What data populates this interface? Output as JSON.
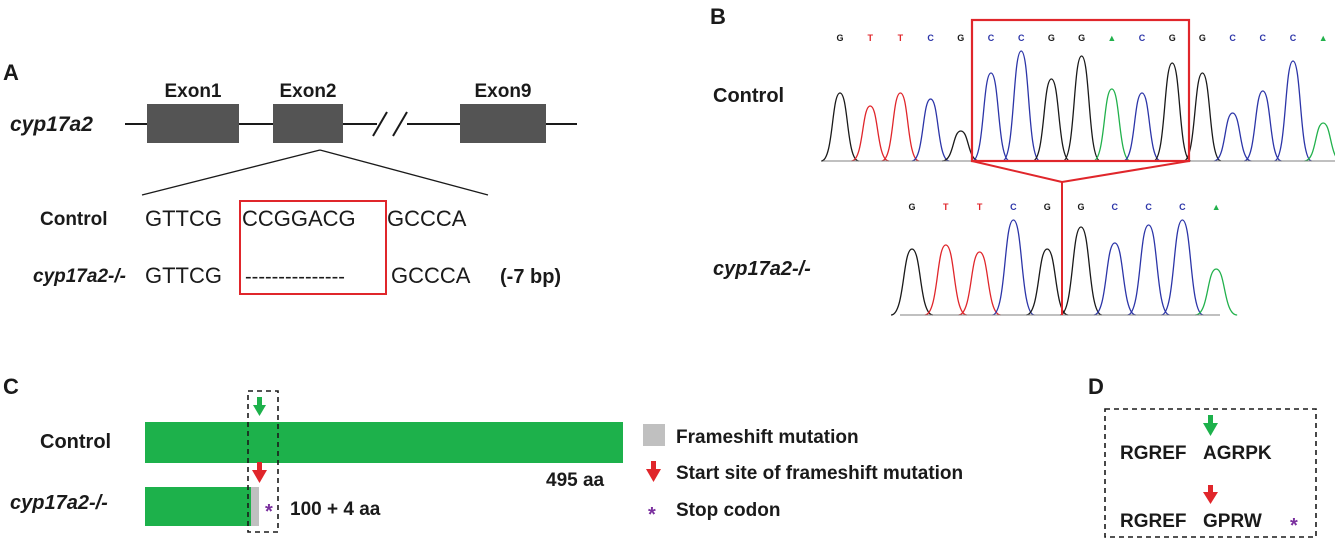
{
  "panels": {
    "a": "A",
    "b": "B",
    "c": "C",
    "d": "D"
  },
  "panel_a": {
    "gene": "cyp17a2",
    "exon1": "Exon1",
    "exon2": "Exon2",
    "exon9": "Exon9",
    "control_label": "Control",
    "mutant_label": "cyp17a2-/-",
    "control_seq_left": "GTTCG",
    "control_seq_box": "CCGGACG",
    "control_seq_right": "GCCCA",
    "mutant_seq_left": "GTTCG",
    "mutant_seq_gap": "---------------",
    "mutant_seq_right": "GCCCA",
    "deletion": "(-7 bp)"
  },
  "panel_b": {
    "control_label": "Control",
    "mutant_label": "cyp17a2-/-",
    "control_bases": [
      "G",
      "T",
      "T",
      "C",
      "G",
      "C",
      "C",
      "G",
      "G",
      "A",
      "C",
      "G",
      "G",
      "C",
      "C",
      "C",
      "A"
    ],
    "mutant_bases": [
      "G",
      "T",
      "T",
      "C",
      "G",
      "G",
      "C",
      "C",
      "C",
      "A"
    ],
    "base_colors": {
      "G": "#1a1a1a",
      "T": "#e0262b",
      "C": "#2c35a8",
      "A": "#22b14c"
    }
  },
  "panel_c": {
    "control_label": "Control",
    "mutant_label": "cyp17a2-/-",
    "control_length": "495 aa",
    "mutant_length": "100 + 4 aa",
    "legend_frameshift": "Frameshift mutation",
    "legend_start": "Start site of frameshift mutation",
    "legend_stop": "Stop codon",
    "stop_symbol": "*",
    "bar_color": "#1db14b",
    "frameshift_color": "#c0c0c0"
  },
  "panel_d": {
    "control_left": "RGREF",
    "control_right": "AGRPK",
    "mutant_left": "RGREF",
    "mutant_right": "GPRW",
    "stop_symbol": "*"
  }
}
